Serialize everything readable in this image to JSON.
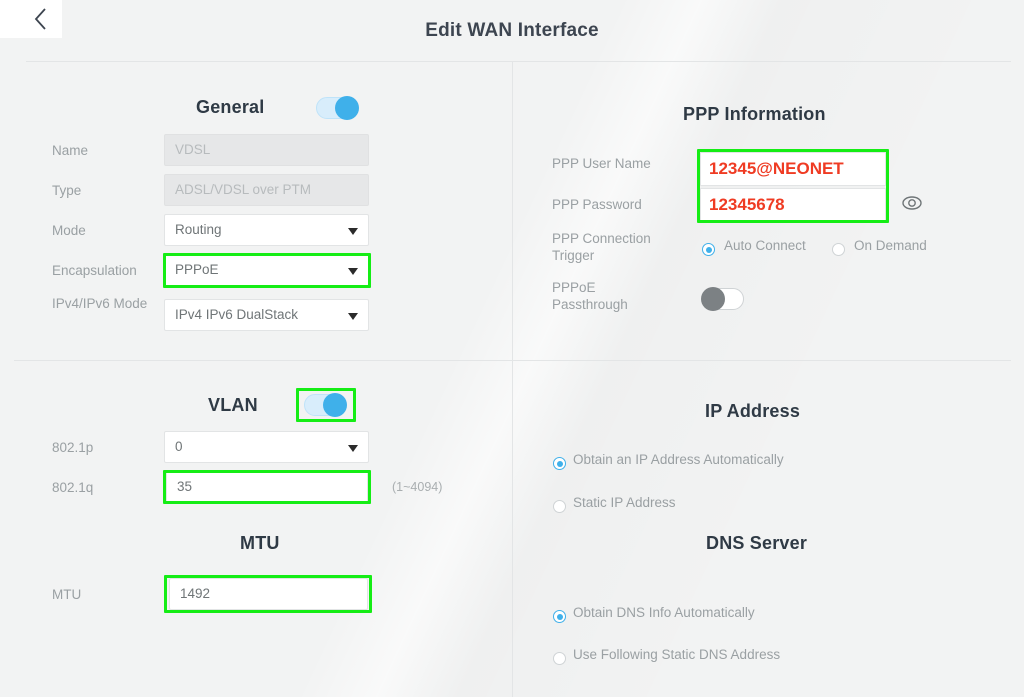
{
  "header": {
    "back_label": "back",
    "back_icon": "chevron-left-icon",
    "title": "Edit WAN Interface"
  },
  "general": {
    "title": "General",
    "toggle_state": "on",
    "fields": [
      {
        "label": "Name",
        "value": "VDSL",
        "type": "text",
        "disabled": true
      },
      {
        "label": "Type",
        "value": "ADSL/VDSL over PTM",
        "type": "text",
        "disabled": true
      },
      {
        "label": "Mode",
        "value": "Routing",
        "type": "select",
        "disabled": false
      },
      {
        "label": "Encapsulation",
        "value": "PPPoE",
        "type": "select",
        "disabled": false,
        "highlighted": true
      },
      {
        "label": "IPv4/IPv6 Mode",
        "value": "IPv4 IPv6 DualStack",
        "type": "select",
        "disabled": false
      }
    ]
  },
  "vlan": {
    "title": "VLAN",
    "toggle_state": "on",
    "toggle_highlighted": true,
    "p_label": "802.1p",
    "p_value": "0",
    "q_label": "802.1q",
    "q_value": "35",
    "q_hint": "(1~4094)",
    "q_highlighted": true
  },
  "mtu": {
    "title": "MTU",
    "label": "MTU",
    "value": "1492",
    "highlighted": true
  },
  "ppp": {
    "title": "PPP Information",
    "user_label": "PPP User Name",
    "user_value": "12345@NEONET",
    "password_label": "PPP Password",
    "password_value": "12345678",
    "eye_icon": "eye-icon",
    "fields_highlighted": true,
    "trigger_label": "PPP Connection Trigger",
    "trigger_options": [
      {
        "label": "Auto Connect",
        "selected": true
      },
      {
        "label": "On Demand",
        "selected": false
      }
    ],
    "passthrough_label": "PPPoE Passthrough",
    "passthrough_state": "off"
  },
  "ip_address": {
    "title": "IP Address",
    "options": [
      {
        "label": "Obtain an IP Address Automatically",
        "selected": true
      },
      {
        "label": "Static IP Address",
        "selected": false
      }
    ]
  },
  "dns": {
    "title": "DNS Server",
    "options": [
      {
        "label": "Obtain DNS Info Automatically",
        "selected": true
      },
      {
        "label": "Use Following Static DNS Address",
        "selected": false
      }
    ]
  },
  "colors": {
    "accent": "#3fb0ea",
    "highlight": "#15ed15",
    "value_red": "#ef3b23",
    "background": "#f2f3f3"
  }
}
